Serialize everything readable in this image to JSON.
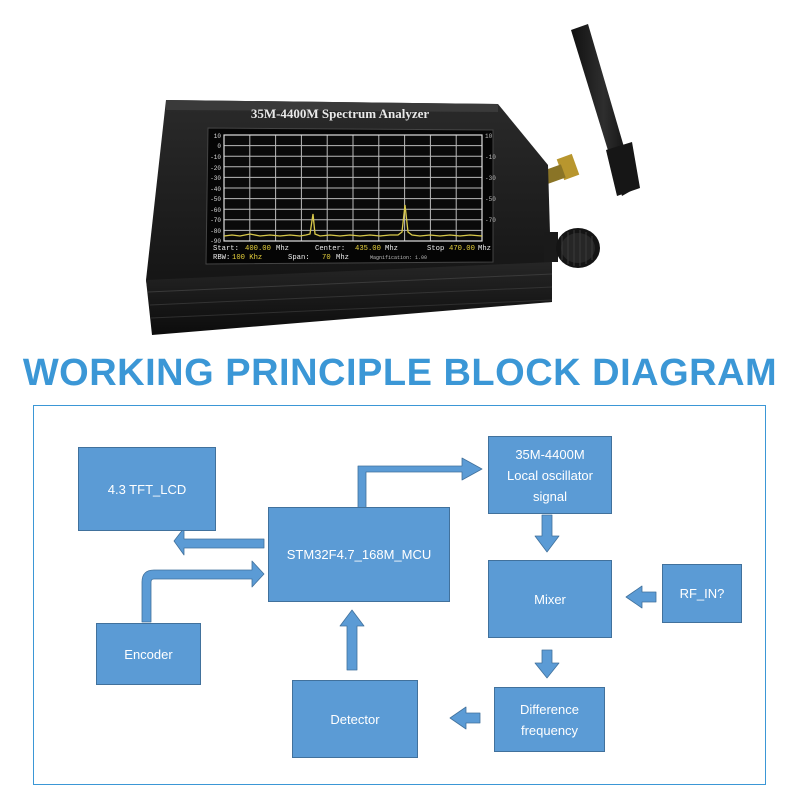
{
  "device": {
    "label": "35M-4400M Spectrum Analyzer",
    "screen": {
      "y_ticks": [
        "10",
        "0",
        "-10",
        "-20",
        "-30",
        "-40",
        "-50",
        "-60",
        "-70",
        "-80",
        "-90"
      ],
      "start_label": "Start:",
      "start_value": "400.00",
      "start_unit": "Mhz",
      "center_label": "Center:",
      "center_value": "435.00",
      "center_unit": "Mhz",
      "stop_label": "Stop",
      "stop_value": "470.00",
      "stop_unit": "Mhz",
      "rbw_label": "RBW:",
      "rbw_value": "100 Khz",
      "span_label": "Span:",
      "span_value": "70",
      "span_unit": "Mhz",
      "magnification": "Magnification: 1.00"
    },
    "colors": {
      "body": "#1c1c1c",
      "screen_bg": "#050505",
      "grid": "#d9d9d9",
      "trace": "#d9c94a",
      "value_text": "#e8d23c"
    }
  },
  "diagram": {
    "title": "WORKING PRINCIPLE BLOCK DIAGRAM",
    "blocks": {
      "lcd": "4.3 TFT_LCD",
      "mcu": "STM32F4.7_168M_MCU",
      "lo_line1": "35M-4400M",
      "lo_line2": "Local oscillator",
      "lo_line3": "signal",
      "mixer": "Mixer",
      "rf_in": "RF_IN?",
      "encoder": "Encoder",
      "detector": "Detector",
      "diff_line1": "Difference",
      "diff_line2": "frequency"
    },
    "colors": {
      "title": "#3b97d6",
      "frame": "#3b97d6",
      "box_fill": "#5b9bd5",
      "box_border": "#41719c",
      "arrow": "#5b9bd5"
    }
  }
}
